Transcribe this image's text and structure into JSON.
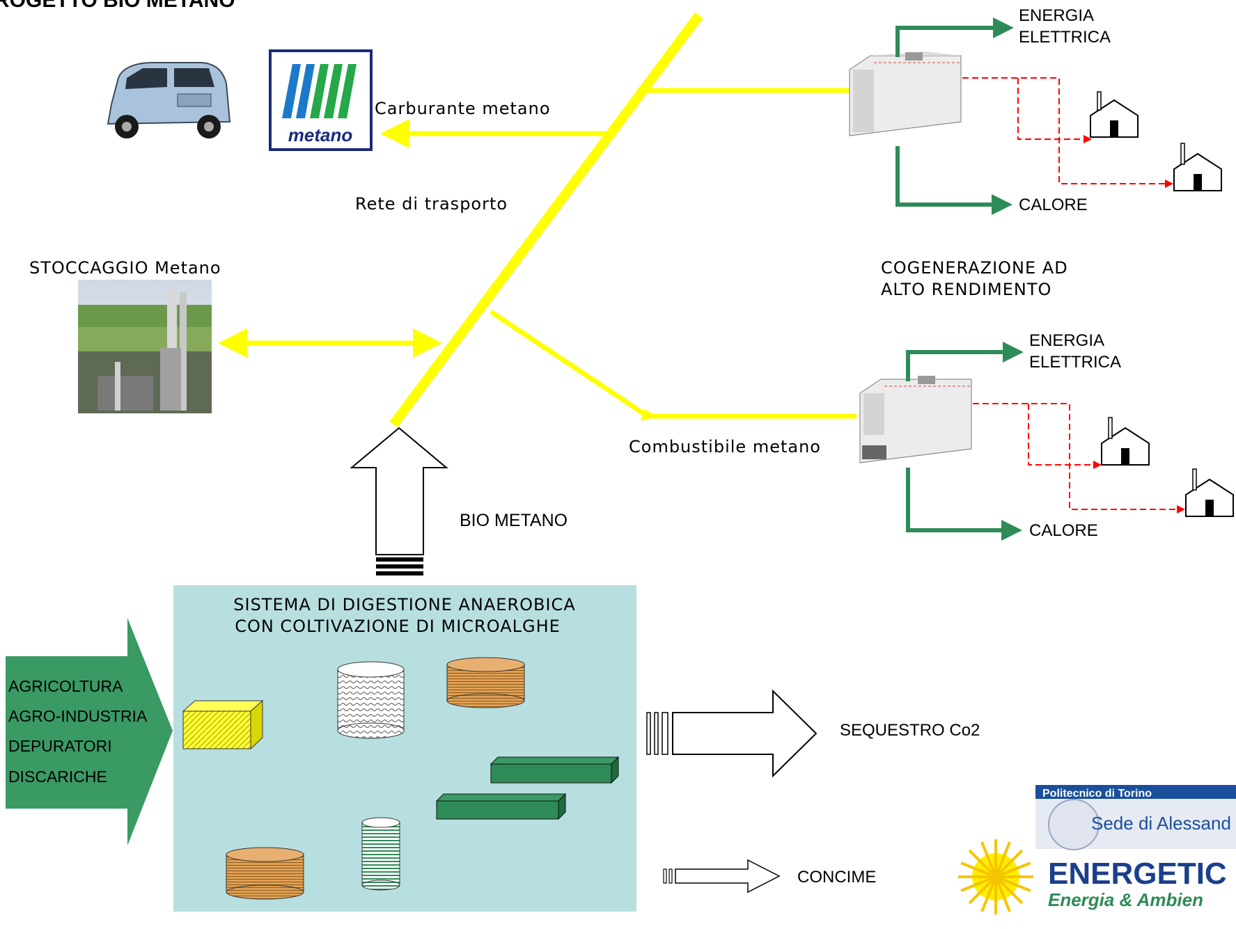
{
  "title": "ROGETTO BIO METANO",
  "labels": {
    "fuel": "Carburante metano",
    "network": "Rete di trasporto",
    "storage": "STOCCAGGIO Metano",
    "combustible": "Combustibile metano",
    "biomethane": "BIO METANO",
    "cogeneration_line1": "COGENERAZIONE AD",
    "cogeneration_line2": "ALTO RENDIMENTO",
    "sequestration": "SEQUESTRO Co2",
    "fertilizer": "CONCIME"
  },
  "outputs_top": {
    "electric_line1": "ENERGIA",
    "electric_line2": "ELETTRICA",
    "heat": "CALORE"
  },
  "outputs_bottom": {
    "electric_line1": "ENERGIA",
    "electric_line2": "ELETTRICA",
    "heat": "CALORE"
  },
  "digestion": {
    "title_line1": "SISTEMA DI DIGESTIONE ANAEROBICA",
    "title_line2": "CON COLTIVAZIONE DI MICROALGHE"
  },
  "inputs": [
    "AGRICOLTURA",
    "AGRO-INDUSTRIA",
    "DEPURATORI",
    "DISCARICHE"
  ],
  "logos": {
    "metano_text": "metano",
    "polito_header": "Politecnico di Torino",
    "polito_branch": "Sede di Alessand",
    "energetica": "ENERGETIC",
    "energetica_sub": "Energia & Ambien"
  },
  "colors": {
    "network_yellow": "#ffff00",
    "flow_green": "#2e8b57",
    "heat_red": "#ff0000",
    "digestion_box": "#b8dfe0",
    "input_arrow": "#3a9a63"
  }
}
